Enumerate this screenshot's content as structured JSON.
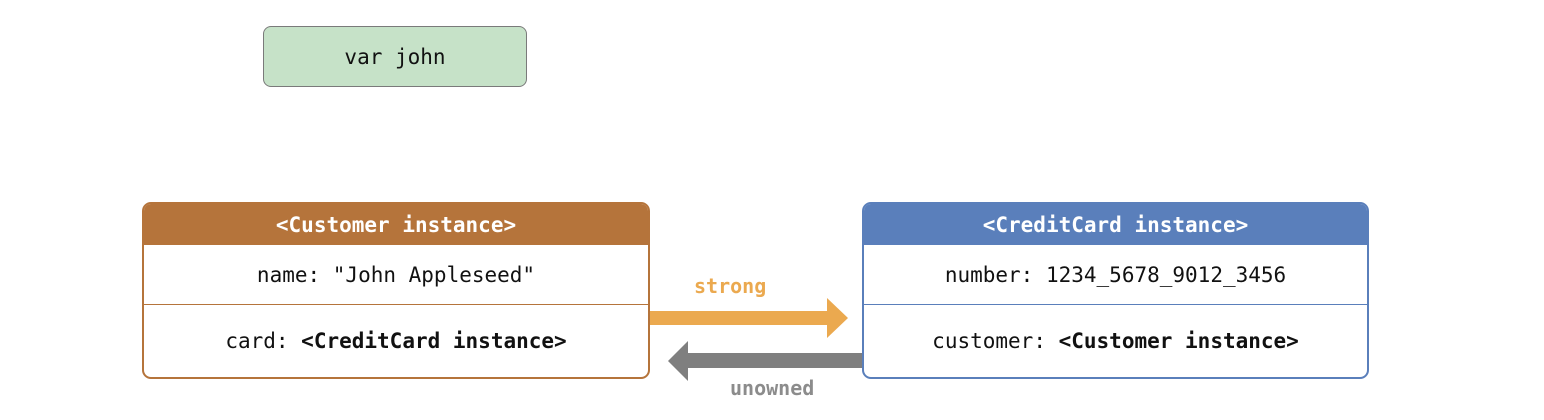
{
  "variable": {
    "label": "var john"
  },
  "customer_instance": {
    "title": "<Customer instance>",
    "name_key": "name: ",
    "name_value": "\"John Appleseed\"",
    "card_key": "card: ",
    "card_value": "<CreditCard instance>"
  },
  "creditcard_instance": {
    "title": "<CreditCard instance>",
    "number_key": "number: ",
    "number_value": "1234_5678_9012_3456",
    "customer_key": "customer: ",
    "customer_value": "<Customer instance>"
  },
  "relationships": {
    "strong_label": "strong",
    "unowned_label": "unowned"
  },
  "colors": {
    "variable_fill": "#c6e2c8",
    "customer_accent": "#b5743b",
    "creditcard_accent": "#5a7fbb",
    "strong_arrow": "#eba94f",
    "unowned_arrow": "#7f7f7f"
  }
}
